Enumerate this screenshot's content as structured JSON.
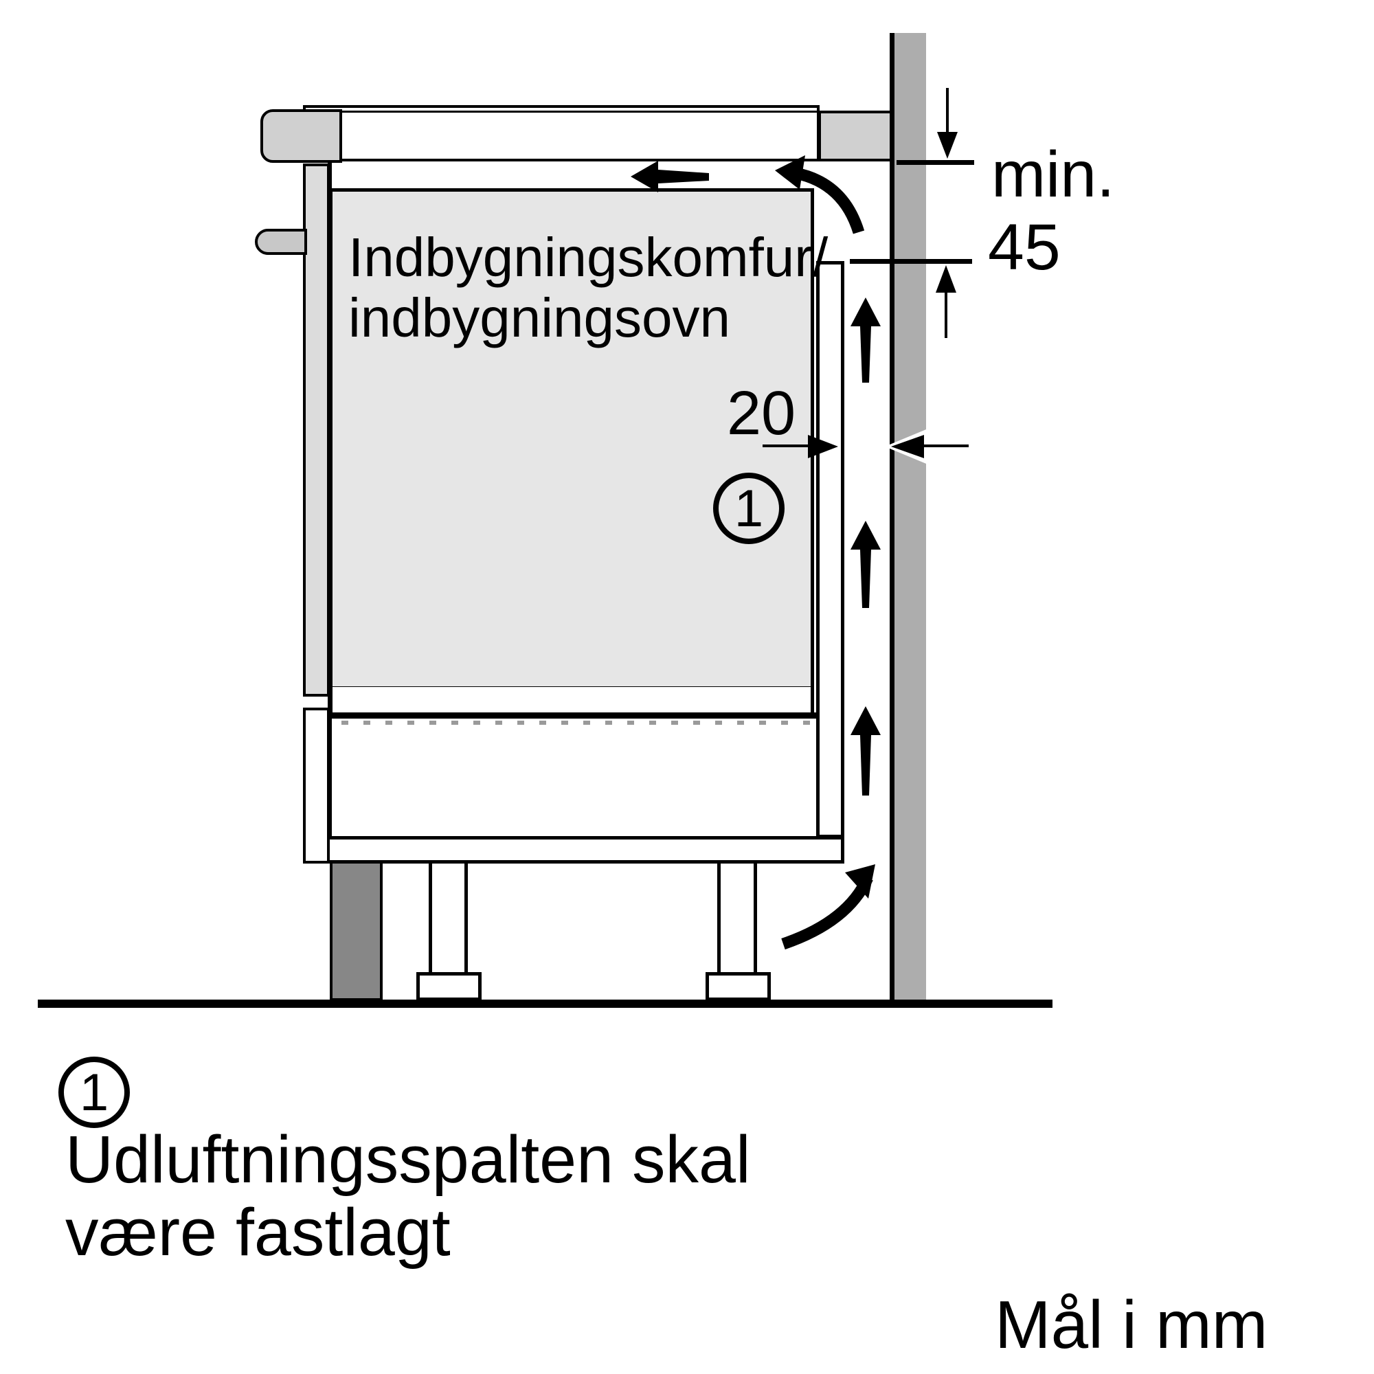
{
  "appliance": {
    "label_line1": "Indbygningskomfur/",
    "label_line2": "indbygningsovn"
  },
  "dimensions": {
    "rear_gap": {
      "value": "20"
    },
    "worktop_clearance": {
      "prefix": "min.",
      "value": "45"
    }
  },
  "callout": {
    "number": "1"
  },
  "note": {
    "line1": "Udluftningsspalten skal",
    "line2": "være fastlagt"
  },
  "footer": {
    "units_label": "Mål i mm"
  },
  "colors": {
    "appliance_fill": "#e6e6e6",
    "panel_fill": "#dcdcdc",
    "hob_fill": "#d0d0d0",
    "knob_fill": "#c8c8c8",
    "wall_fill": "#adadad",
    "plinth_fill": "#878787",
    "line_color": "#000000",
    "background": "#ffffff"
  }
}
